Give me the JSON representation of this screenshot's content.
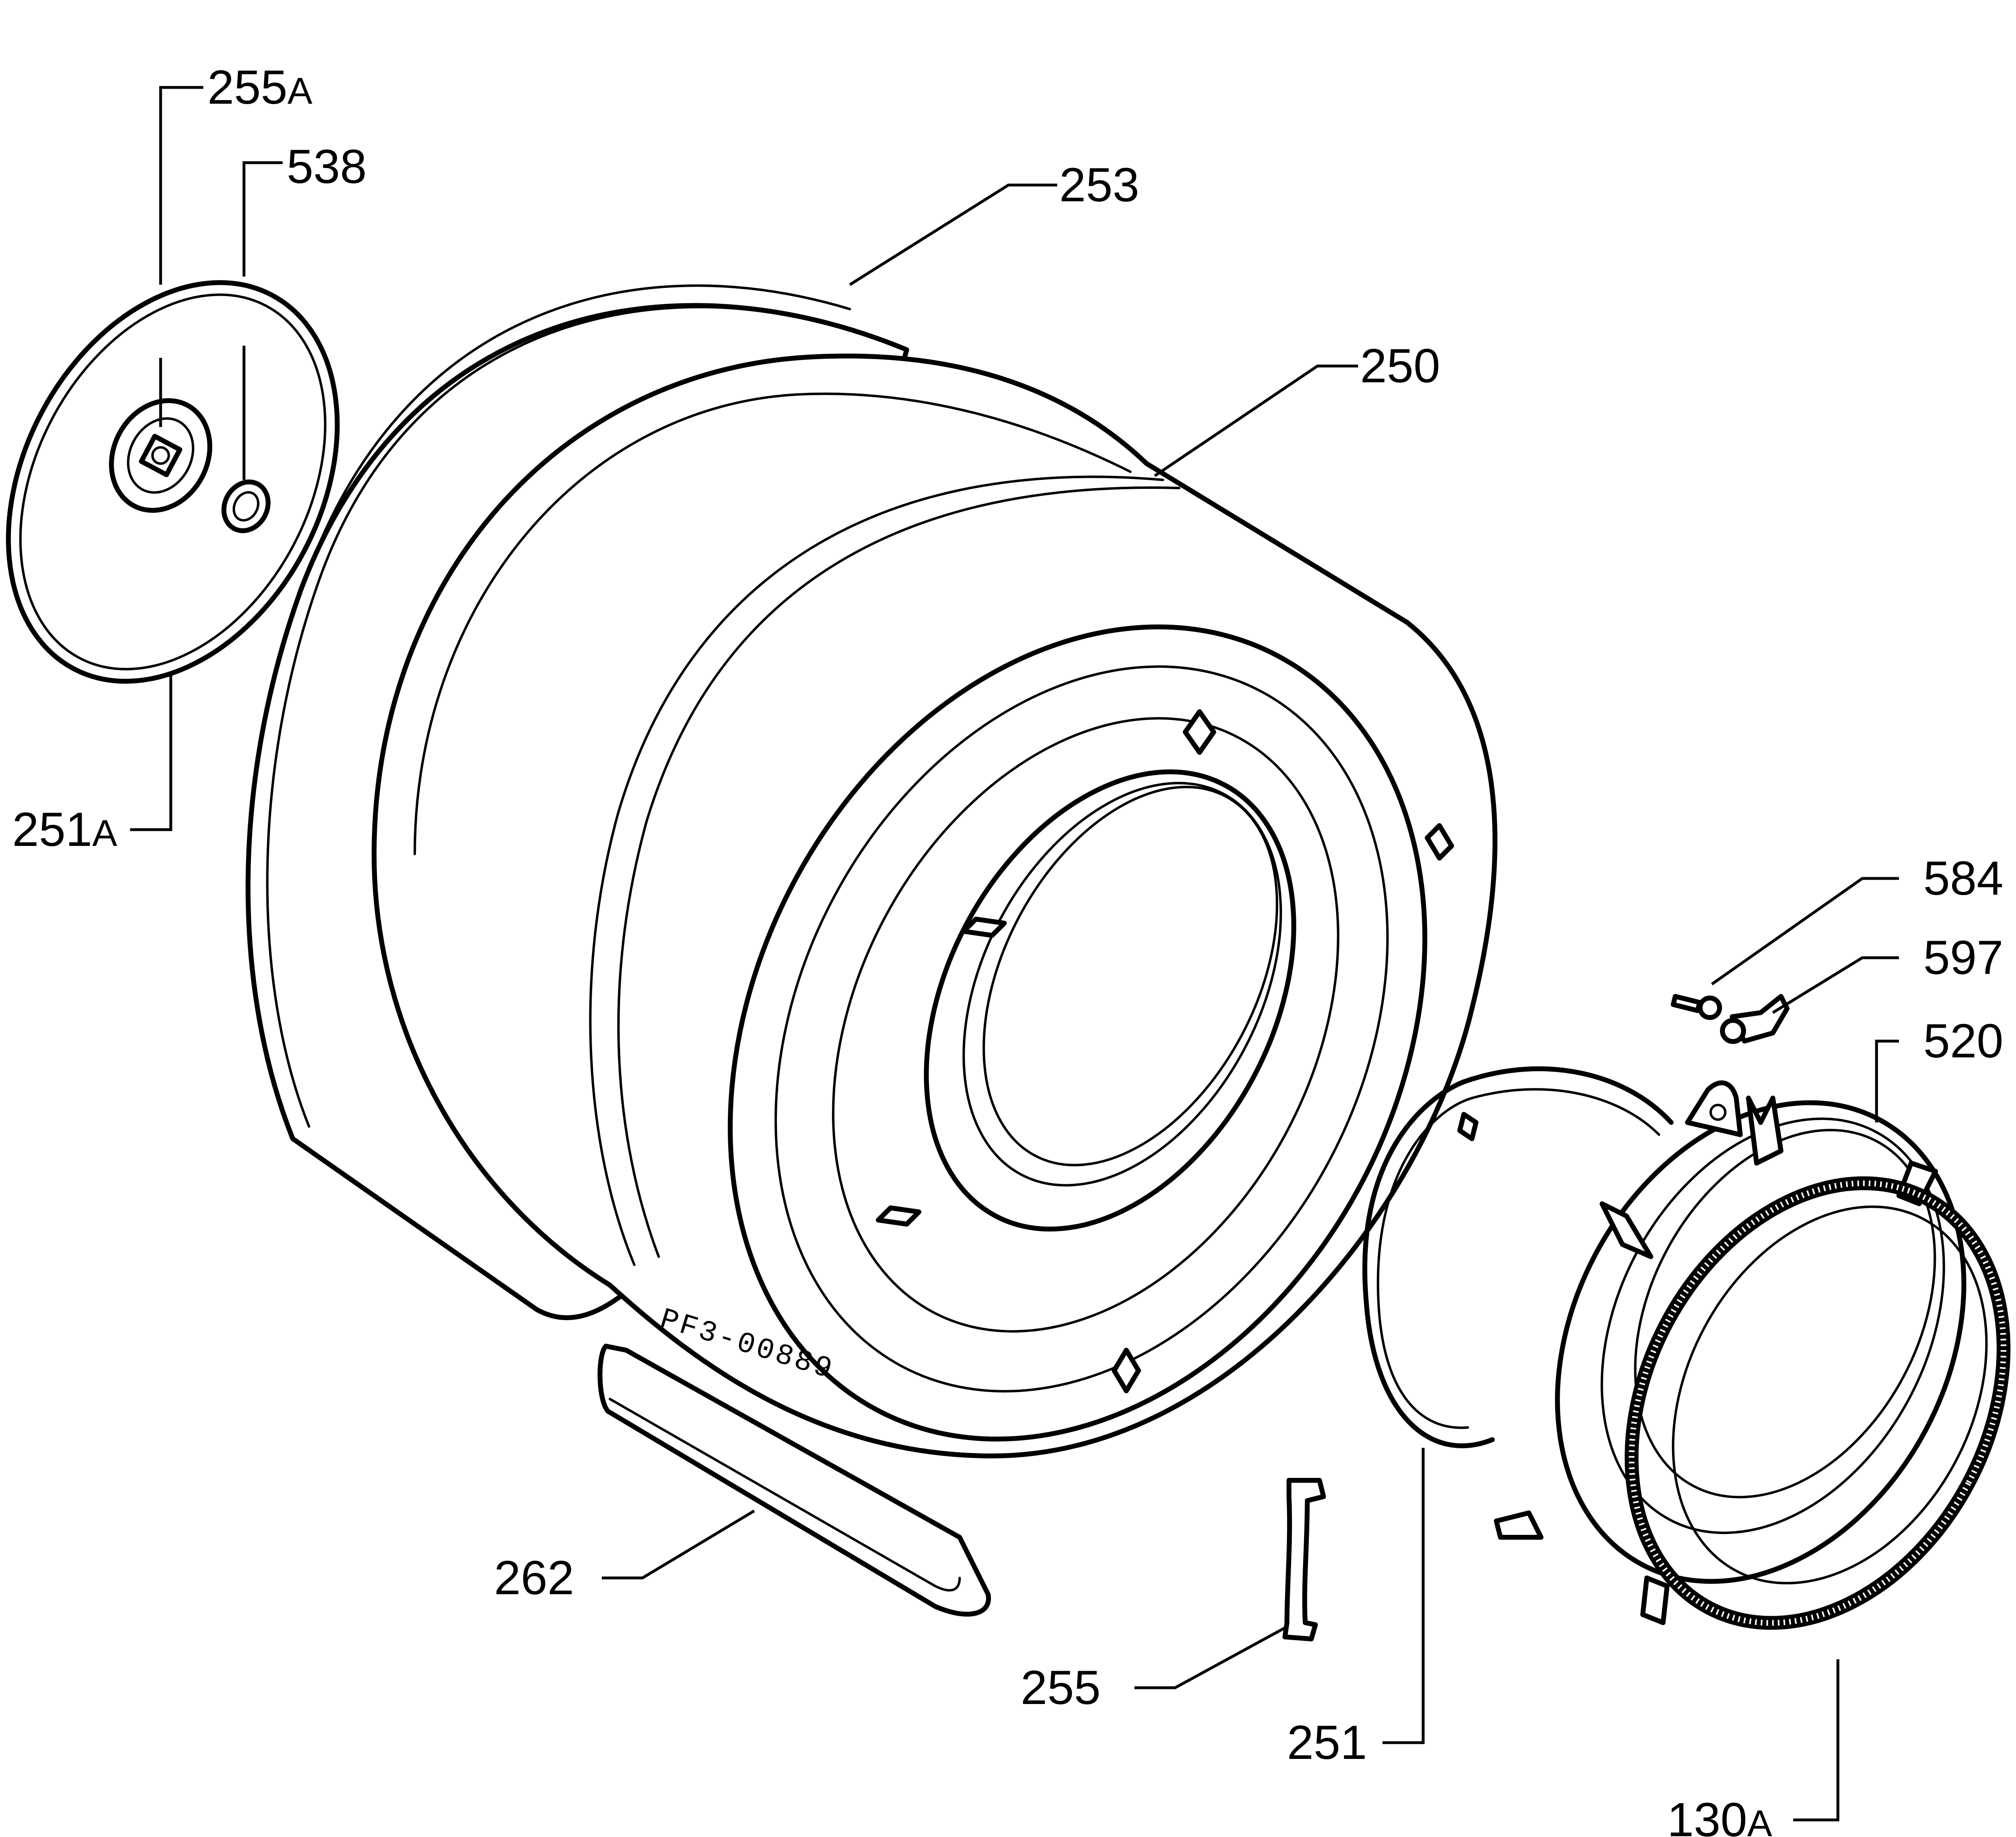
{
  "callouts": {
    "p255a": {
      "num": "255",
      "suffix": "A"
    },
    "p538": {
      "num": "538",
      "suffix": ""
    },
    "p253": {
      "num": "253",
      "suffix": ""
    },
    "p250": {
      "num": "250",
      "suffix": ""
    },
    "p251a": {
      "num": "251",
      "suffix": "A"
    },
    "p584": {
      "num": "584",
      "suffix": ""
    },
    "p597": {
      "num": "597",
      "suffix": ""
    },
    "p520": {
      "num": "520",
      "suffix": ""
    },
    "p262": {
      "num": "262",
      "suffix": ""
    },
    "p255": {
      "num": "255",
      "suffix": ""
    },
    "p251": {
      "num": "251",
      "suffix": ""
    },
    "p130a": {
      "num": "130",
      "suffix": "A"
    }
  },
  "drawing_code": "PF3-00889"
}
